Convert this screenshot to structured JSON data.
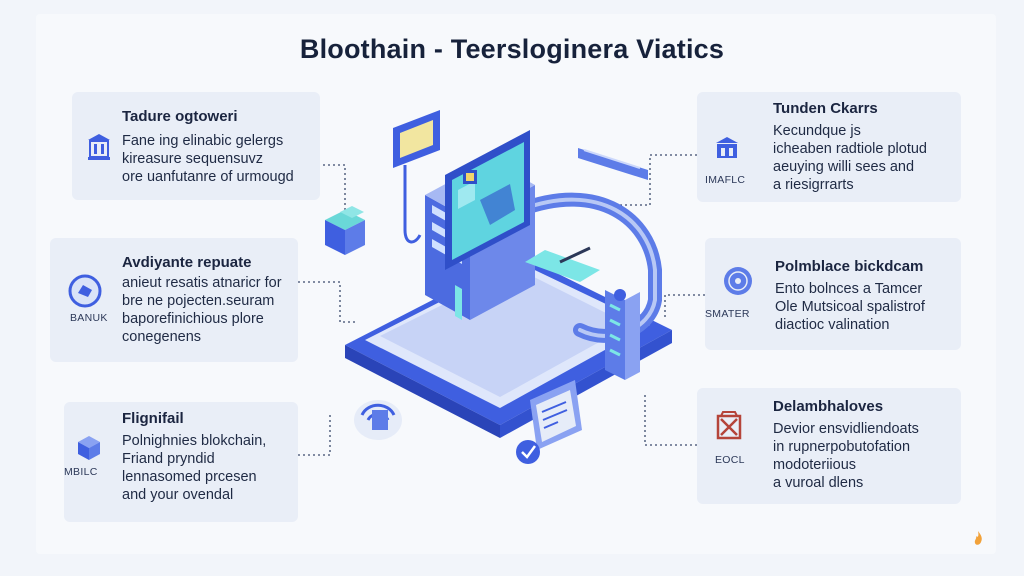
{
  "title": "Bloothain - Teersloginera Viatics",
  "cards": [
    {
      "id": "top-left",
      "title": "Tadure ogtoweri",
      "lines": [
        "Fane ing elinabic gelergs",
        "kireasure sequensuvz",
        "ore uanfutanre of urmougd"
      ],
      "icon_label": "",
      "icon": "building-icon"
    },
    {
      "id": "mid-left",
      "title": "Avdiyante repuate",
      "lines": [
        "anieut resatis atnaricr for",
        "bre ne pojecten.seuram",
        "baporefinichious plore",
        "conegenens"
      ],
      "icon_label": "BANUK",
      "icon": "shield-icon"
    },
    {
      "id": "bottom-left",
      "title": "Flignifail",
      "lines": [
        "Polnighnies blokchain,",
        "Friand pryndid",
        "lennasomed prcesen",
        "and your ovendal"
      ],
      "icon_label": "MBILC",
      "icon": "cube-icon"
    },
    {
      "id": "top-right",
      "title": "Tunden Ckarrs",
      "lines": [
        "Kecundque js",
        "icheaben radtiole plotud",
        "aeuying willi sees and",
        "a riesigrrarts"
      ],
      "icon_label": "IMAFLC",
      "icon": "bank-icon"
    },
    {
      "id": "mid-right",
      "title": "Polmblace bickdcam",
      "lines": [
        "Ento bolnces a Tamcer",
        "Ole Mutsicoal spalistrof",
        "diactioc valination"
      ],
      "icon_label": "SMATER",
      "icon": "disc-icon"
    },
    {
      "id": "bottom-right",
      "title": "Delambhaloves",
      "lines": [
        "Devior ensvidliendoats",
        "in rupnerpobutofation",
        "modoteriious",
        "a vuroal dlens"
      ],
      "icon_label": "EOCL",
      "icon": "crossed-box-icon"
    }
  ],
  "colors": {
    "accent": "#3f5fe0",
    "accent_light": "#8aa2f2",
    "teal": "#6ad8d8",
    "card_bg": "#e9eef7",
    "icon_red": "#b5443a"
  }
}
